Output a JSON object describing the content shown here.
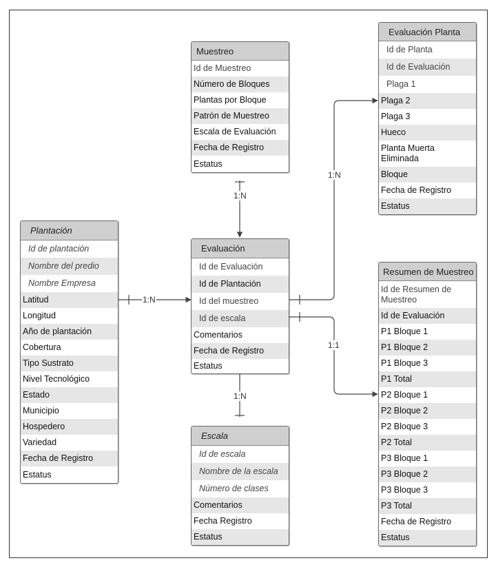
{
  "entities": {
    "muestreo": {
      "title": "Muestreo",
      "rows": [
        "Id de Muestreo",
        "Número de Bloques",
        "Plantas por Bloque",
        "Patrón de Muestreo",
        "Escala de Evaluación",
        "Fecha de Registro",
        "Estatus"
      ]
    },
    "evaluacion_planta": {
      "title": "Evaluación Planta",
      "rows": [
        "Id de Planta",
        "Id de Evaluación",
        "Plaga 1",
        "Plaga 2",
        "Plaga 3",
        "Hueco",
        "Planta Muerta Eliminada",
        "Bloque",
        "Fecha de Registro",
        "Estatus"
      ]
    },
    "plantacion": {
      "title": "Plantación",
      "rows": [
        "Id de plantación",
        "Nombre del predio",
        "Nombre Empresa",
        "Latitud",
        "Longitud",
        "Año de plantación",
        "Cobertura",
        "Tipo Sustrato",
        "Nivel Tecnológico",
        "Estado",
        "Municipio",
        "Hospedero",
        "Variedad",
        "Fecha de Registro",
        "Estatus"
      ]
    },
    "evaluacion": {
      "title": "Evaluación",
      "rows": [
        "Id de Evaluación",
        "Id de Plantación",
        "Id del muestreo",
        "Id de escala",
        "Comentarios",
        "Fecha de Registro",
        "Estatus"
      ]
    },
    "escala": {
      "title": "Escala",
      "rows": [
        "Id de escala",
        "Nombre de la escala",
        "Número de clases",
        "Comentarios",
        "Fecha Registro",
        "Estatus"
      ]
    },
    "resumen_muestreo": {
      "title": "Resumen de Muestreo",
      "rows": [
        "Id de Resumen de Muestreo",
        "Id de Evaluación",
        "P1 Bloque 1",
        "P1 Bloque 2",
        "P1 Bloque 3",
        "P1 Total",
        "P2 Bloque 1",
        "P2 Bloque 2",
        "P2 Bloque 3",
        "P2 Total",
        "P3 Bloque 1",
        "P3 Bloque 2",
        "P3 Bloque 3",
        "P3 Total",
        "Fecha de Registro",
        "Estatus"
      ]
    }
  },
  "relationships": {
    "muestreo_evaluacion": "1:N",
    "plantacion_evaluacion": "1:N",
    "escala_evaluacion": "1:N",
    "evaluacion_planta": "1:N",
    "evaluacion_resumen": "1:1"
  },
  "colors": {
    "header": "#cfcfcf",
    "stripe": "#e6e6e6",
    "line": "#444444"
  }
}
